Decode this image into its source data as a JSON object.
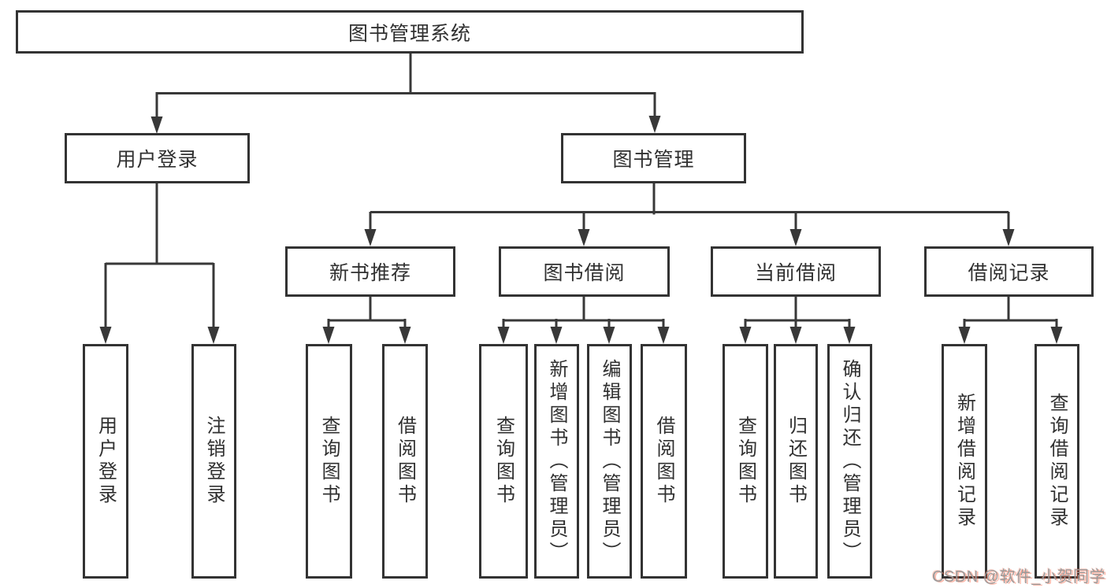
{
  "diagram_title": "图书管理系统",
  "tree": {
    "label": "图书管理系统",
    "children": [
      {
        "label": "用户登录",
        "children": [
          {
            "label": "用户登录"
          },
          {
            "label": "注销登录"
          }
        ]
      },
      {
        "label": "图书管理",
        "children": [
          {
            "label": "新书推荐",
            "children": [
              {
                "label": "查询图书"
              },
              {
                "label": "借阅图书"
              }
            ]
          },
          {
            "label": "图书借阅",
            "children": [
              {
                "label": "查询图书"
              },
              {
                "label": "新增图书（管理员）"
              },
              {
                "label": "编辑图书（管理员）"
              },
              {
                "label": "借阅图书"
              }
            ]
          },
          {
            "label": "当前借阅",
            "children": [
              {
                "label": "查询图书"
              },
              {
                "label": "归还图书"
              },
              {
                "label": "确认归还（管理员）"
              }
            ]
          },
          {
            "label": "借阅记录",
            "children": [
              {
                "label": "新增借阅记录"
              },
              {
                "label": "查询借阅记录"
              }
            ]
          }
        ]
      }
    ]
  },
  "watermark": "CSDN @软件_小贺同学",
  "colors": {
    "line": "#383838",
    "box_border": "#333333",
    "text": "#303030",
    "background": "#ffffff",
    "watermark_gray": "#9a9a9a",
    "watermark_red": "#fc5531"
  }
}
